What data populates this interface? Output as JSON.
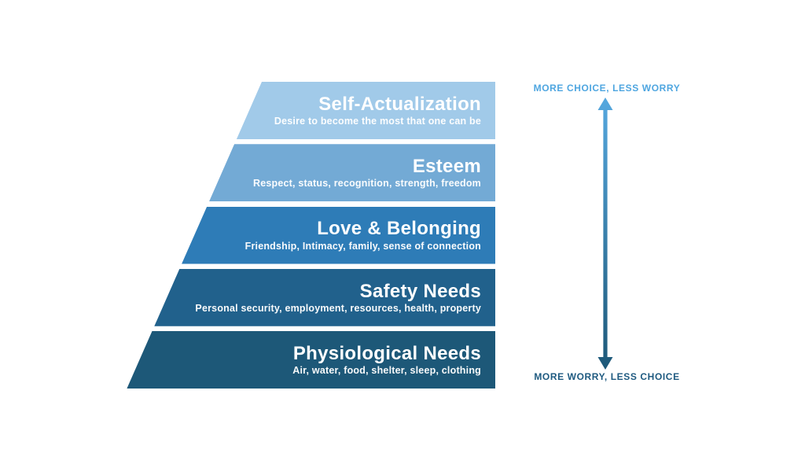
{
  "pyramid": {
    "tiers": [
      {
        "label": "Self-Actualization",
        "description": "Desire to become the most that one can be",
        "color": "#A1CAE9"
      },
      {
        "label": "Esteem",
        "description": "Respect, status, recognition, strength, freedom",
        "color": "#73AAD5"
      },
      {
        "label": "Love & Belonging",
        "description": "Friendship, Intimacy, family, sense of connection",
        "color": "#2E7CB7"
      },
      {
        "label": "Safety Needs",
        "description": "Personal security, employment, resources, health, property",
        "color": "#21618C"
      },
      {
        "label": "Physiological Needs",
        "description": "Air, water, food, shelter, sleep, clothing",
        "color": "#1D5878"
      }
    ]
  },
  "annotation": {
    "top_label": "MORE CHOICE, LESS WORRY",
    "bottom_label": "MORE WORRY, LESS CHOICE",
    "top_color": "#4FA6E0",
    "bottom_color": "#1E5A80",
    "arrow_gradient_top": "#56A8DF",
    "arrow_gradient_bottom": "#1D5878"
  }
}
